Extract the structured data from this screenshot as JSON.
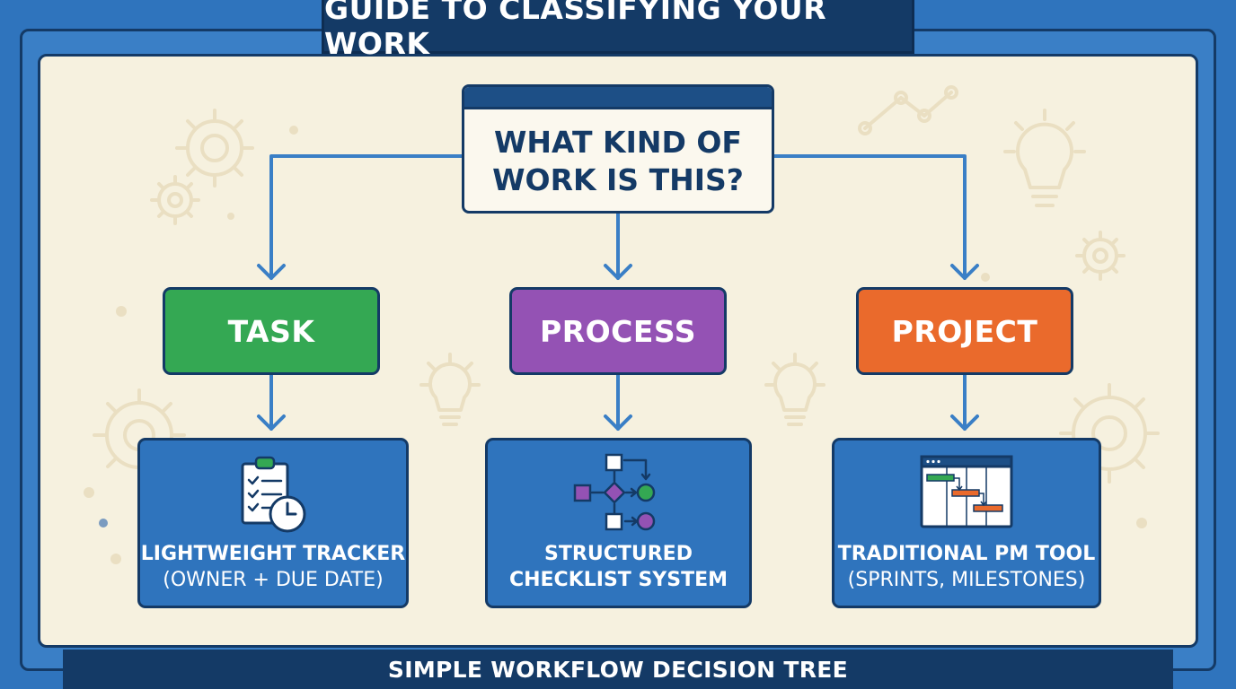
{
  "header": {
    "title": "GUIDE TO CLASSIFYING YOUR WORK"
  },
  "question": {
    "text": "WHAT KIND OF WORK IS THIS?"
  },
  "categories": [
    {
      "label": "TASK",
      "color": "#34a853"
    },
    {
      "label": "PROCESS",
      "color": "#9452b4"
    },
    {
      "label": "PROJECT",
      "color": "#ea6a2c"
    }
  ],
  "tools": [
    {
      "line1": "LIGHTWEIGHT TRACKER",
      "line2": "(OWNER + DUE DATE)",
      "icon": "clipboard-clock-icon"
    },
    {
      "line1": "STRUCTURED",
      "line2": "CHECKLIST SYSTEM",
      "icon": "flowchart-icon"
    },
    {
      "line1": "TRADITIONAL PM TOOL",
      "line2": "(SPRINTS, MILESTONES)",
      "icon": "gantt-chart-icon"
    }
  ],
  "footer": {
    "text": "SIMPLE WORKFLOW DECISION TREE"
  },
  "colors": {
    "background": "#2f74bd",
    "panel": "#f6f1df",
    "navy": "#143a66",
    "connector": "#3a7fc6"
  }
}
